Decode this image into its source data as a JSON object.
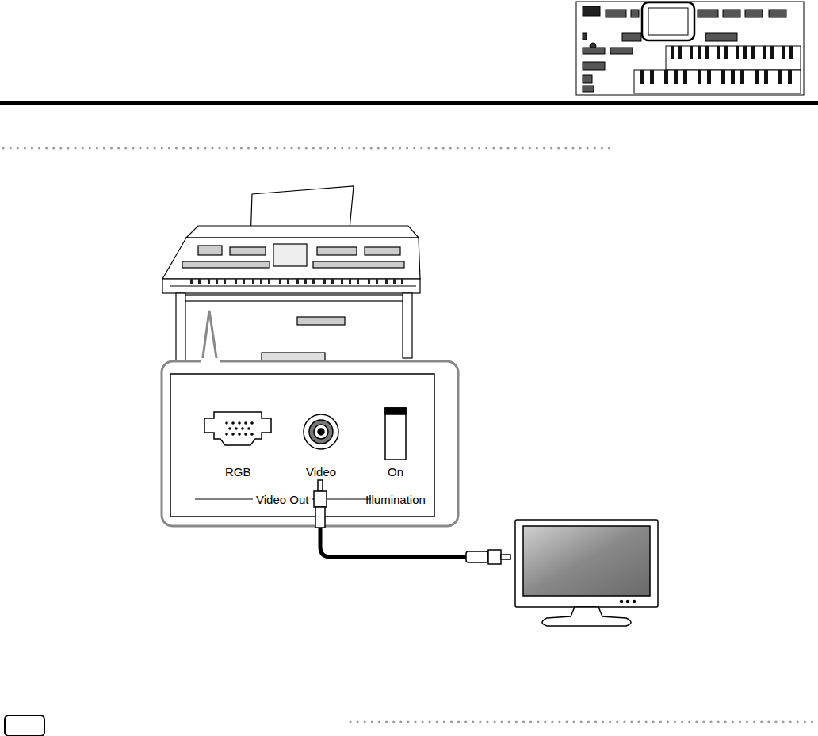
{
  "diagram": {
    "labels": [
      "RGB",
      "Video",
      "On",
      "Video Out",
      "Illumination"
    ]
  }
}
